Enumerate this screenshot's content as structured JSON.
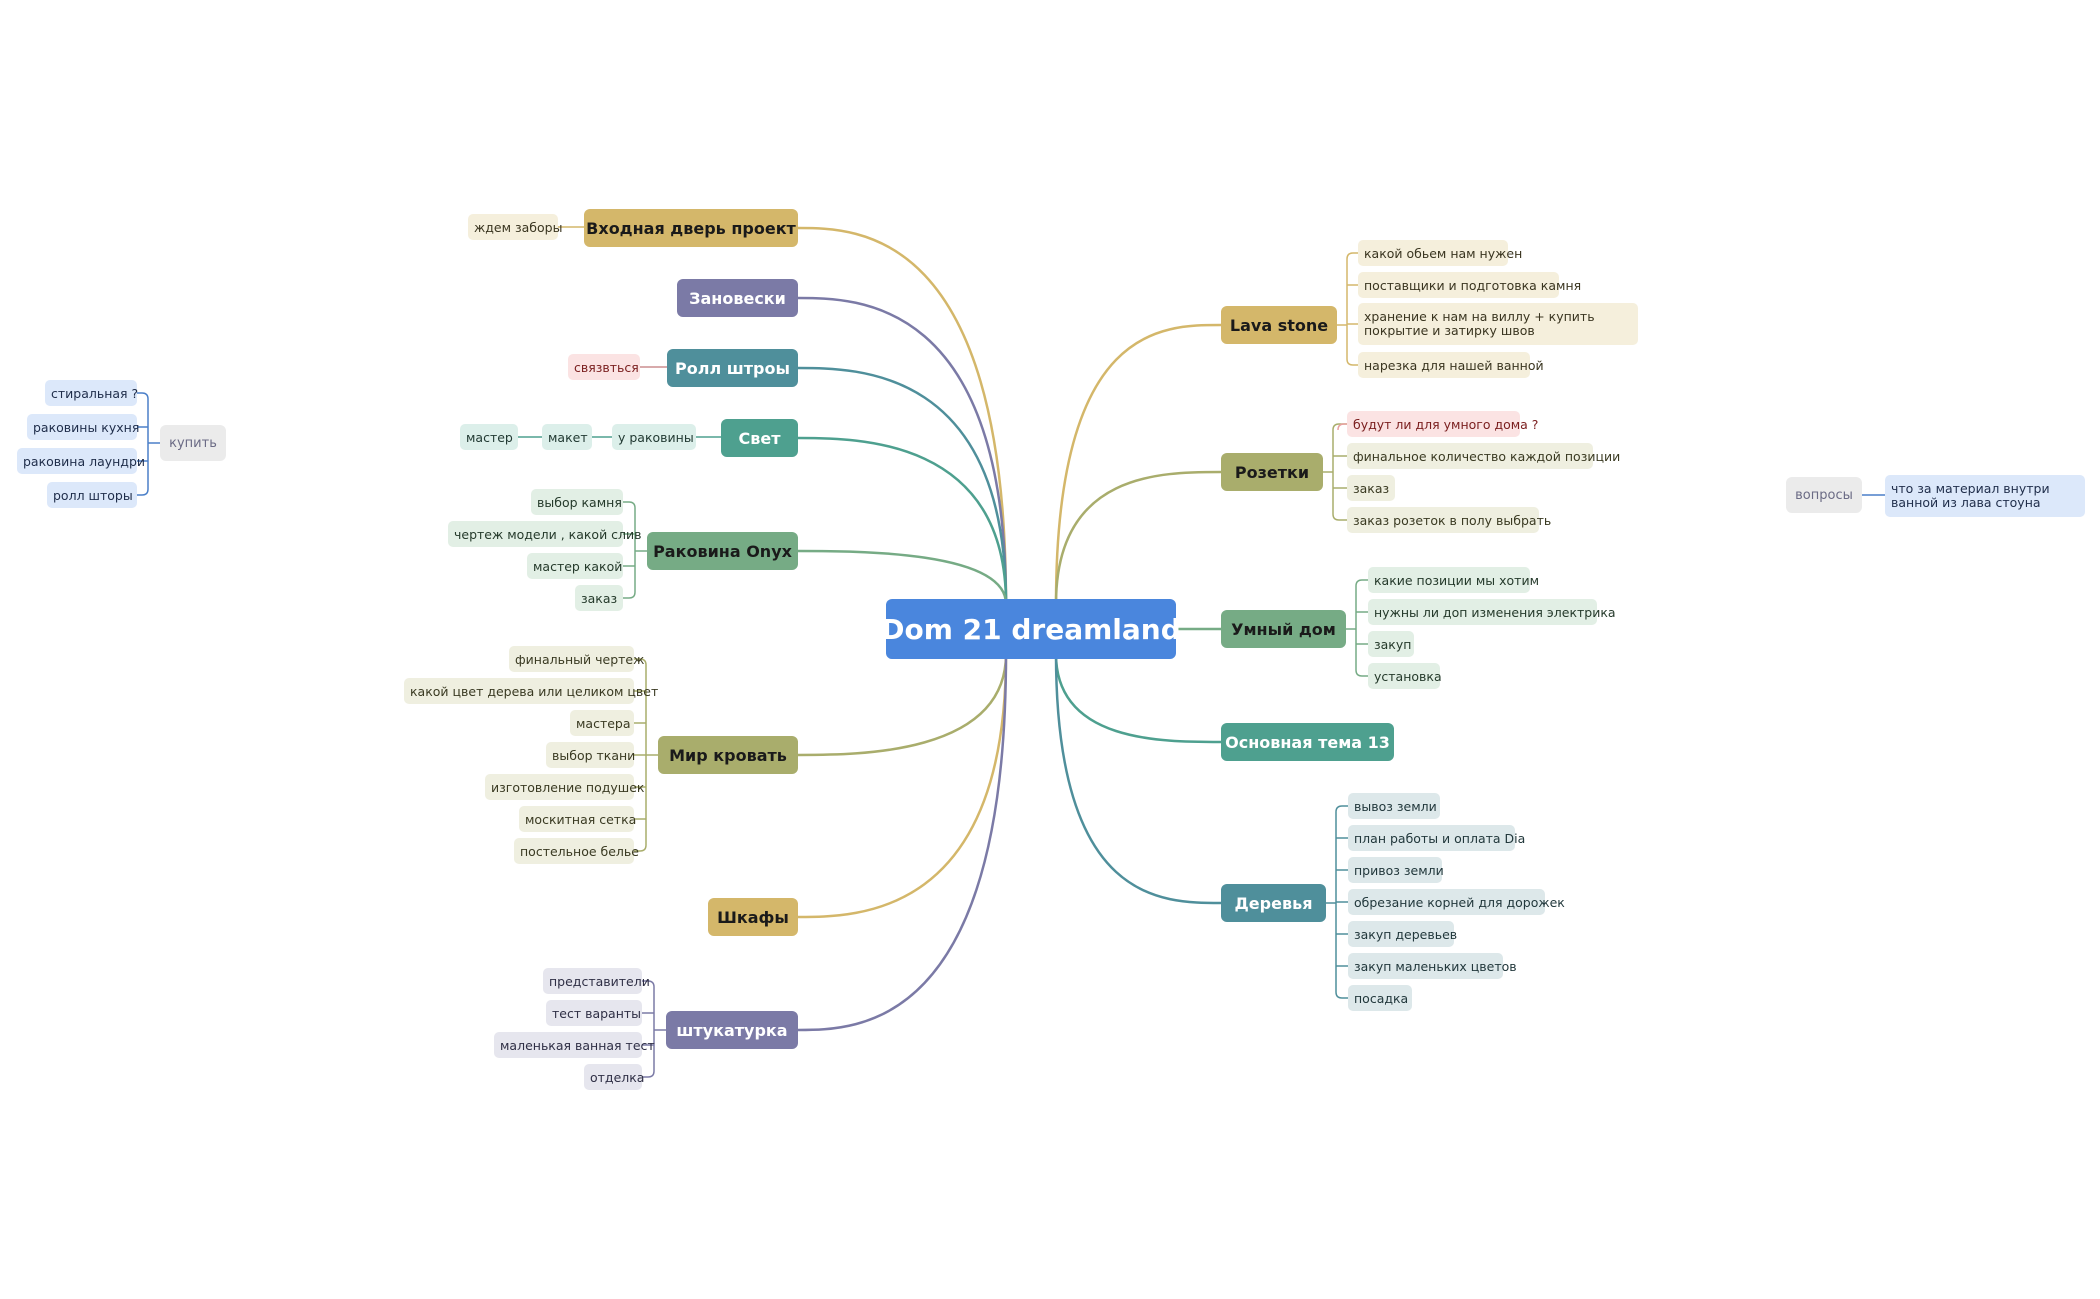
{
  "root": "Dom 21 dreamland",
  "colors": {
    "gold": "#d4b76a",
    "purple": "#7b7aa6",
    "teal": "#4f8f9b",
    "green": "#4ea08f",
    "sage": "#76ab85",
    "olive": "#a9ad6c",
    "red": "#e9a0a0",
    "blue": "#4a7fc8"
  },
  "topics": [
    {
      "label": "Входная дверь проект",
      "color": "gold",
      "children": [
        "ждем заборы"
      ]
    },
    {
      "label": "Зановески",
      "color": "purple",
      "children": []
    },
    {
      "label": "Ролл штроы",
      "color": "teal",
      "children": [
        "связвться"
      ]
    },
    {
      "label": "Свет",
      "color": "green",
      "children": [
        "у раковины",
        "макет",
        "мастер"
      ]
    },
    {
      "label": "Раковина Onyx",
      "color": "sage",
      "children": [
        "выбор камня",
        "чертеж модели , какой слив",
        "мастер какой",
        "заказ"
      ]
    },
    {
      "label": "Мир кровать",
      "color": "olive",
      "children": [
        "финальный чертеж",
        "какой цвет дерева или целиком цвет",
        "мастера",
        "выбор ткани",
        "изготовление подушек",
        "москитная сетка",
        "постельное белье"
      ]
    },
    {
      "label": "Шкафы",
      "color": "gold",
      "children": []
    },
    {
      "label": "штукатурка",
      "color": "purple",
      "children": [
        "представители",
        "тест варанты",
        "маленькая ванная тест",
        "отделка"
      ]
    },
    {
      "label": "Lava stone",
      "color": "gold",
      "children": [
        "какой обьем нам нужен",
        "поставщики и подготовка камня",
        "хранение к нам на виллу + купить покрытие и затирку швов",
        "нарезка для нашей ванной"
      ]
    },
    {
      "label": "Розетки",
      "color": "olive",
      "children": [
        "будут ли для умного дома ?",
        "финальное количество каждой позиции",
        "заказ",
        "заказ розеток в полу выбрать"
      ]
    },
    {
      "label": "Умный дом",
      "color": "sage",
      "children": [
        "какие позиции мы хотим",
        "нужны ли доп изменения электрика",
        "закуп",
        "установка"
      ]
    },
    {
      "label": "Основная тема 13",
      "color": "green",
      "children": []
    },
    {
      "label": "Деревья",
      "color": "teal",
      "children": [
        "вывоз земли",
        "план работы и оплата Dia",
        "привоз земли",
        "обрезание корней для дорожек",
        "закуп деревьев",
        "закуп маленьких цветов",
        "посадка"
      ]
    }
  ],
  "floating": [
    {
      "label": "купить",
      "children": [
        "стиральная ?",
        "раковины кухня",
        "раковина лаундри",
        "ролл шторы"
      ]
    },
    {
      "label": "вопросы",
      "children": [
        "что за материал внутри ванной из лава стоуна"
      ]
    }
  ]
}
